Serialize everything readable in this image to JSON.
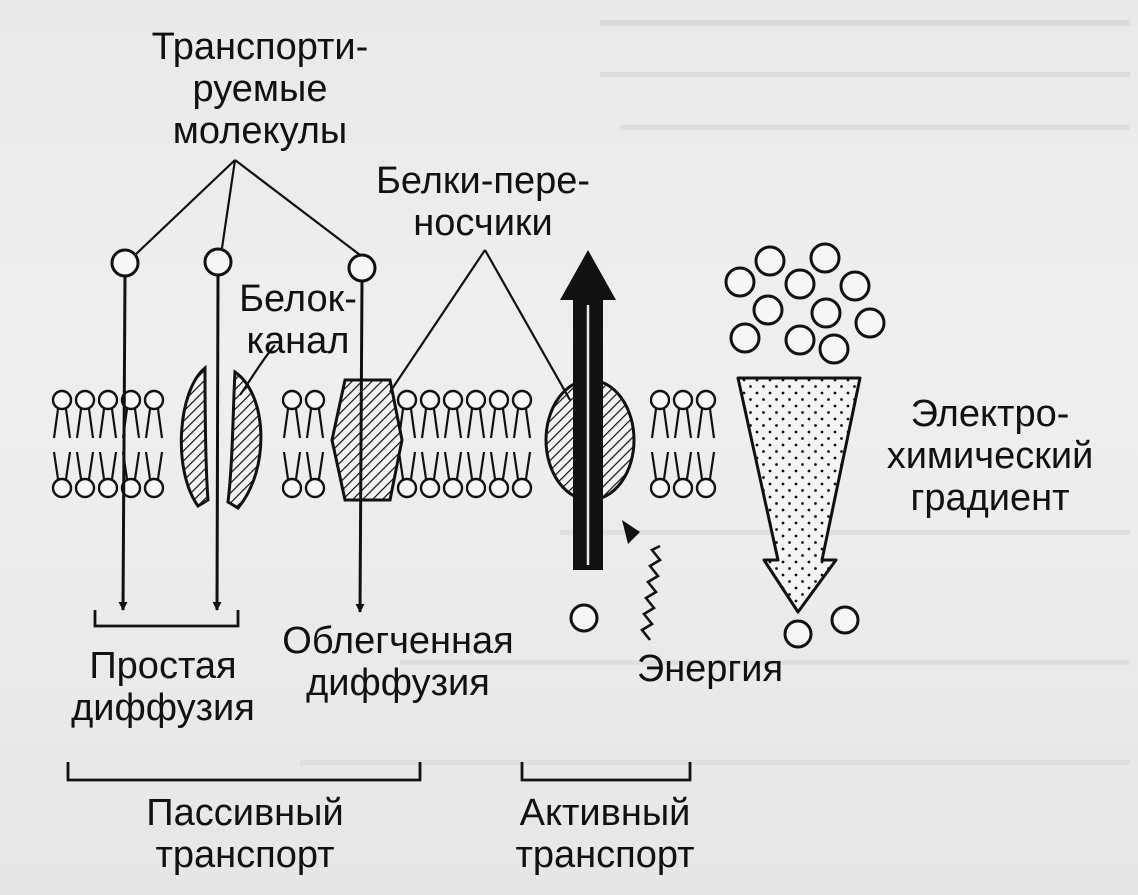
{
  "labels": {
    "transported": [
      "Транспорти-",
      "руемые",
      "молекулы"
    ],
    "carriers": [
      "Белки-пере-",
      "носчики"
    ],
    "channel": [
      "Белок-",
      "канал"
    ],
    "electrochemical": [
      "Электро-",
      "химический",
      "градиент"
    ],
    "simple_diffusion": [
      "Простая",
      "диффузия"
    ],
    "facilitated_diffusion": [
      "Облегченная",
      "диффузия"
    ],
    "energy": "Энергия",
    "passive": [
      "Пассивный",
      "транспорт"
    ],
    "active": [
      "Активный",
      "транспорт"
    ]
  },
  "colors": {
    "ink": "#111111",
    "background": "#ebebeb",
    "bleed_text": "#bdbdbd"
  }
}
